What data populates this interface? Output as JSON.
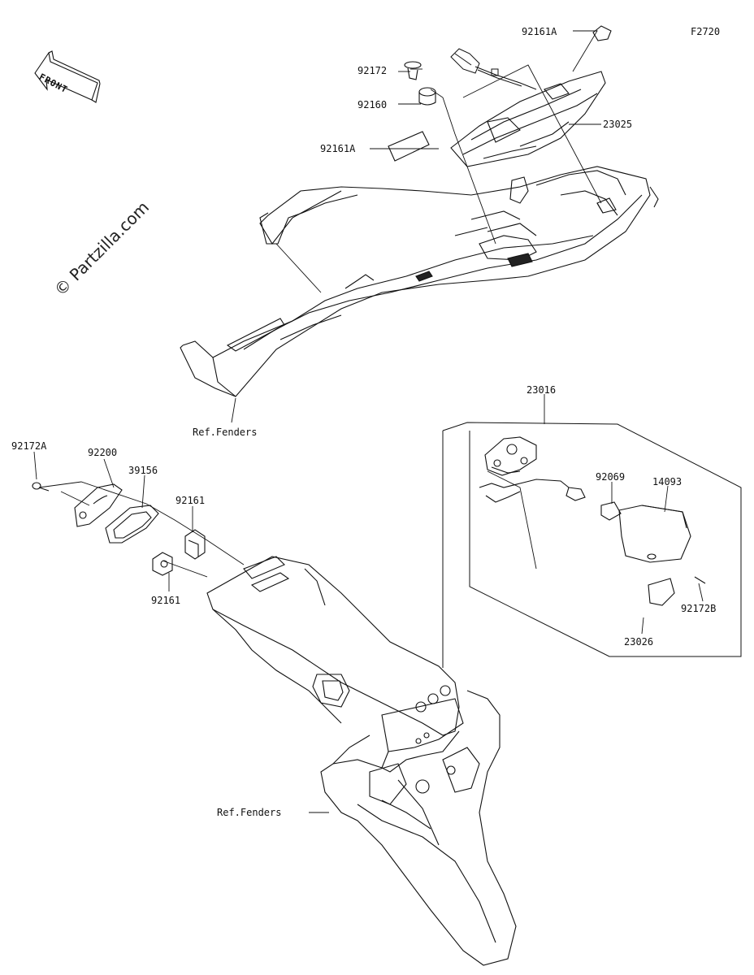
{
  "diagram": {
    "code": "F2720",
    "watermark": "© Partzilla.com",
    "front_label": "FRONT",
    "parts": [
      {
        "id": "p-92161A-top",
        "label": "92161A"
      },
      {
        "id": "p-92172",
        "label": "92172"
      },
      {
        "id": "p-92160",
        "label": "92160"
      },
      {
        "id": "p-23025",
        "label": "23025"
      },
      {
        "id": "p-92161A-left",
        "label": "92161A"
      },
      {
        "id": "p-ref-fenders-top",
        "label": "Ref.Fenders"
      },
      {
        "id": "p-23016",
        "label": "23016"
      },
      {
        "id": "p-92172A",
        "label": "92172A"
      },
      {
        "id": "p-92200",
        "label": "92200"
      },
      {
        "id": "p-39156",
        "label": "39156"
      },
      {
        "id": "p-92161-upper",
        "label": "92161"
      },
      {
        "id": "p-92161-lower",
        "label": "92161"
      },
      {
        "id": "p-92069",
        "label": "92069"
      },
      {
        "id": "p-14093",
        "label": "14093"
      },
      {
        "id": "p-92172B",
        "label": "92172B"
      },
      {
        "id": "p-23026",
        "label": "23026"
      },
      {
        "id": "p-ref-fenders-bottom",
        "label": "Ref.Fenders"
      }
    ]
  }
}
